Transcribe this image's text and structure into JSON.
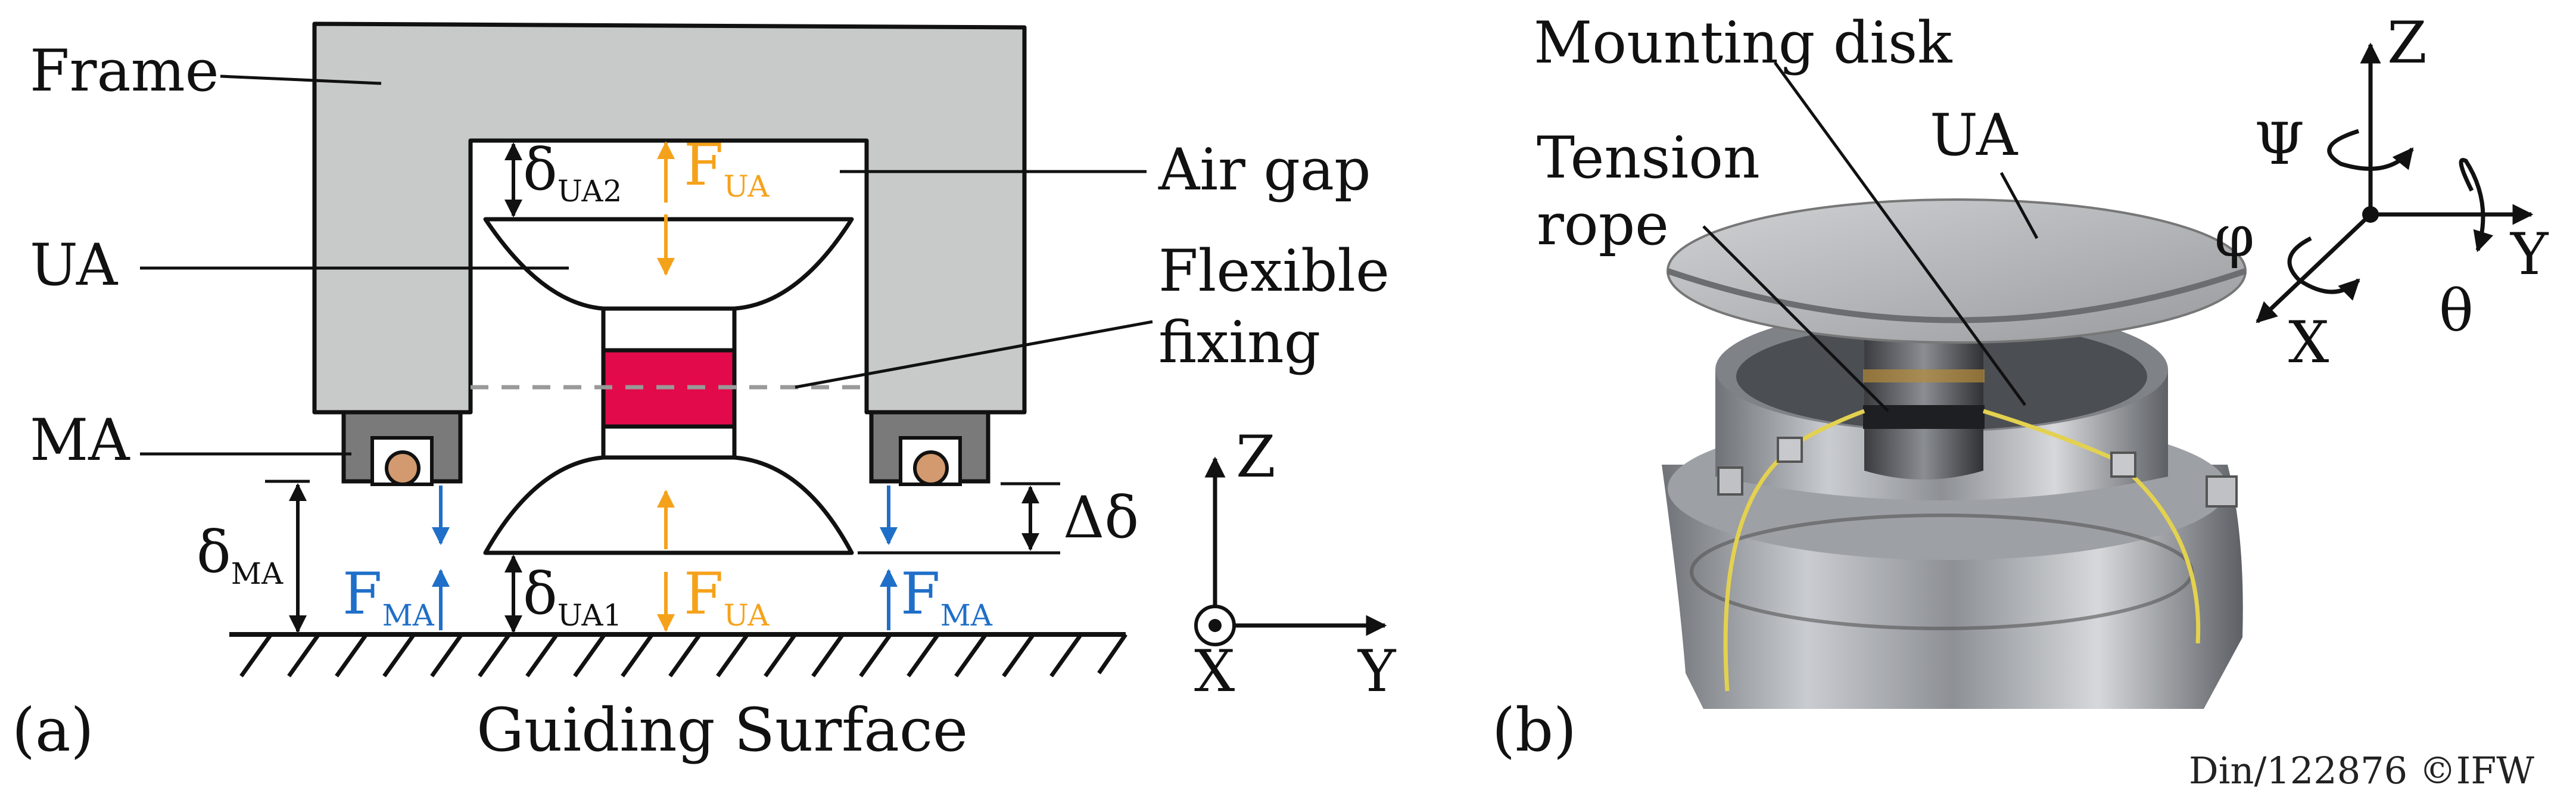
{
  "panel_a": {
    "label": "(a)",
    "frame": "Frame",
    "ua": "UA",
    "ma": "MA",
    "air_gap": "Air gap",
    "flexible_1": "Flexible",
    "flexible_2": "fixing",
    "guiding_surface": "Guiding Surface",
    "delta_sym": "δ",
    "delta_ua2_sub": "UA2",
    "delta_ua1_sub": "UA1",
    "delta_ma_sub": "MA",
    "force_sym": "F",
    "force_ua_sub": "UA",
    "force_ma_sub": "MA",
    "delta_delta": "Δδ",
    "axis_z": "Z",
    "axis_y": "Y",
    "axis_x": "X"
  },
  "panel_b": {
    "label": "(b)",
    "mounting_disk": "Mounting disk",
    "tension_1": "Tension",
    "tension_2": "rope",
    "ua": "UA",
    "axis_z": "Z",
    "axis_y": "Y",
    "axis_x": "X",
    "psi": "Ψ",
    "phi": "φ",
    "theta": "θ"
  },
  "credit": "Din/122876  ©IFW",
  "colors": {
    "frame_gray": "#c8c9c9",
    "magnet_gray": "#7a7a7a",
    "flex_red": "#e30a4b",
    "ua_force_orange": "#f5a21b",
    "ma_force_blue": "#1f6fc8",
    "roller_tan": "#d29a6e"
  }
}
